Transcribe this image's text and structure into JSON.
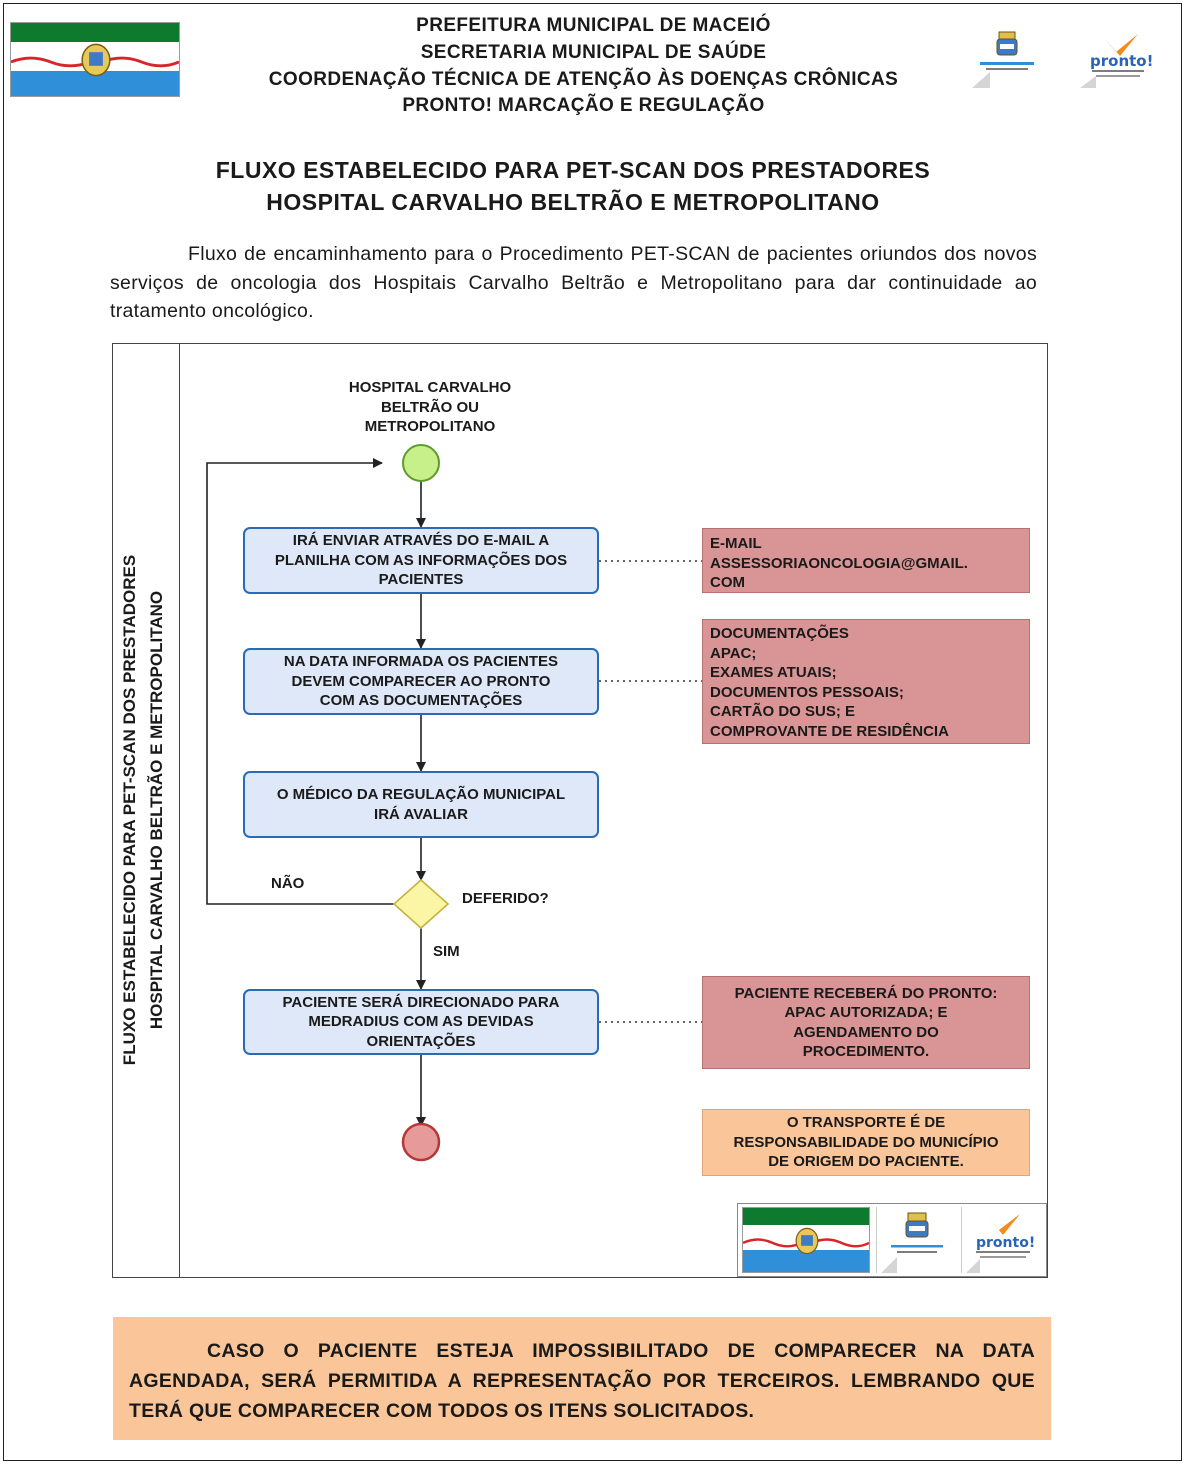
{
  "header": {
    "lines": [
      "PREFEITURA MUNICIPAL DE MACEIÓ",
      "SECRETARIA MUNICIPAL DE SAÚDE",
      "COORDENAÇÃO TÉCNICA DE ATENÇÃO ÀS DOENÇAS CRÔNICAS",
      "PRONTO! MARCAÇÃO E REGULAÇÃO"
    ]
  },
  "logos": {
    "pronto_text": "pronto!"
  },
  "title": {
    "line1": "FLUXO ESTABELECIDO PARA PET-SCAN DOS PRESTADORES",
    "line2": "HOSPITAL CARVALHO BELTRÃO E METROPOLITANO"
  },
  "intro": "Fluxo de encaminhamento para o Procedimento PET-SCAN de pacientes oriundos dos novos serviços de oncologia dos Hospitais Carvalho Beltrão e Metropolitano para dar continuidade ao tratamento oncológico.",
  "diagram": {
    "lane_line1": "FLUXO ESTABELECIDO PARA PET-SCAN DOS PRESTADORES",
    "lane_line2": "HOSPITAL CARVALHO BELTRÃO E METROPOLITANO",
    "start_label": [
      "HOSPITAL CARVALHO",
      "BELTRÃO OU",
      "METROPOLITANO"
    ],
    "steps": [
      [
        "IRÁ ENVIAR ATRAVÉS DO E-MAIL A",
        "PLANILHA COM AS INFORMAÇÕES DOS",
        "PACIENTES"
      ],
      [
        "NA DATA INFORMADA OS PACIENTES",
        "DEVEM COMPARECER AO PRONTO",
        "COM AS DOCUMENTAÇÕES"
      ],
      [
        "O MÉDICO DA REGULAÇÃO MUNICIPAL",
        "IRÁ AVALIAR"
      ],
      [
        "PACIENTE SERÁ DIRECIONADO PARA",
        "MEDRADIUS COM AS DEVIDAS",
        "ORIENTAÇÕES"
      ]
    ],
    "decision": {
      "question": "DEFERIDO?",
      "yes": "SIM",
      "no": "NÃO"
    },
    "notes": {
      "email": [
        "E-MAIL",
        "ASSESSORIAONCOLOGIA@GMAIL.",
        "COM"
      ],
      "docs": [
        "DOCUMENTAÇÕES",
        "APAC;",
        "EXAMES ATUAIS;",
        "DOCUMENTOS PESSOAIS;",
        "CARTÃO DO SUS; E",
        "COMPROVANTE DE RESIDÊNCIA"
      ],
      "receive": [
        "PACIENTE RECEBERÁ DO PRONTO:",
        "APAC AUTORIZADA; E",
        "AGENDAMENTO DO",
        "PROCEDIMENTO."
      ],
      "transport": [
        "O TRANSPORTE É DE",
        "RESPONSABILIDADE DO MUNICÍPIO",
        "DE ORIGEM DO PACIENTE."
      ]
    }
  },
  "footer_note": "CASO O PACIENTE ESTEJA IMPOSSIBILITADO DE COMPARECER NA DATA AGENDADA, SERÁ PERMITIDA A REPRESENTAÇÃO POR TERCEIROS. LEMBRANDO QUE TERÁ QUE COMPARECER COM TODOS OS ITENS SOLICITADOS.",
  "colors": {
    "task_fill": "#dfe8f8",
    "task_border": "#2a6bb5",
    "note_red": "#d99595",
    "note_orange": "#fac598",
    "start_event": "#c8f08a",
    "end_event": "#e79a9a",
    "gateway": "#fbf6a6",
    "flag_green": "#0d7a2e",
    "flag_blue": "#2f8fd9"
  }
}
